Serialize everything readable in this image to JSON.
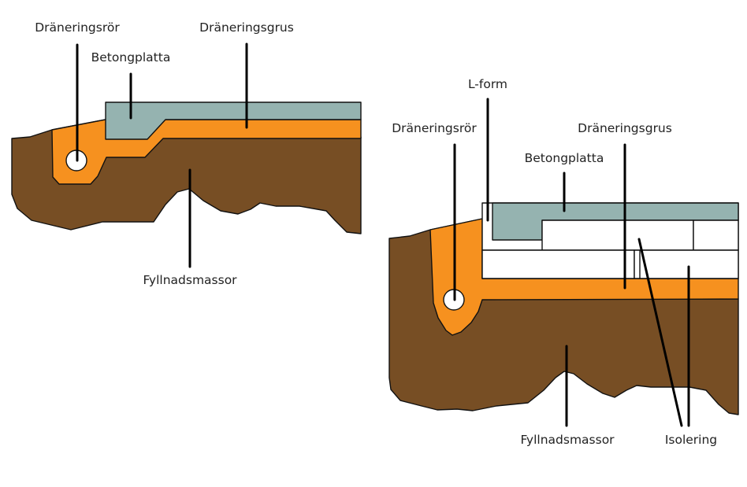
{
  "colors": {
    "soil": "#774e24",
    "gravel": "#f6911f",
    "concrete": "#95b3b0",
    "insulation": "#ffffff",
    "outline": "#111111"
  },
  "left_section": {
    "label_drain_pipe": "Dräneringsrör",
    "label_concrete_slab": "Betongplatta",
    "label_drain_gravel": "Dräneringsgrus",
    "label_fill": "Fyllnadsmassor"
  },
  "right_section": {
    "label_l_form": "L-form",
    "label_drain_pipe": "Dräneringsrör",
    "label_drain_gravel": "Dräneringsgrus",
    "label_concrete_slab": "Betongplatta",
    "label_fill": "Fyllnadsmassor",
    "label_insulation": "Isolering"
  }
}
